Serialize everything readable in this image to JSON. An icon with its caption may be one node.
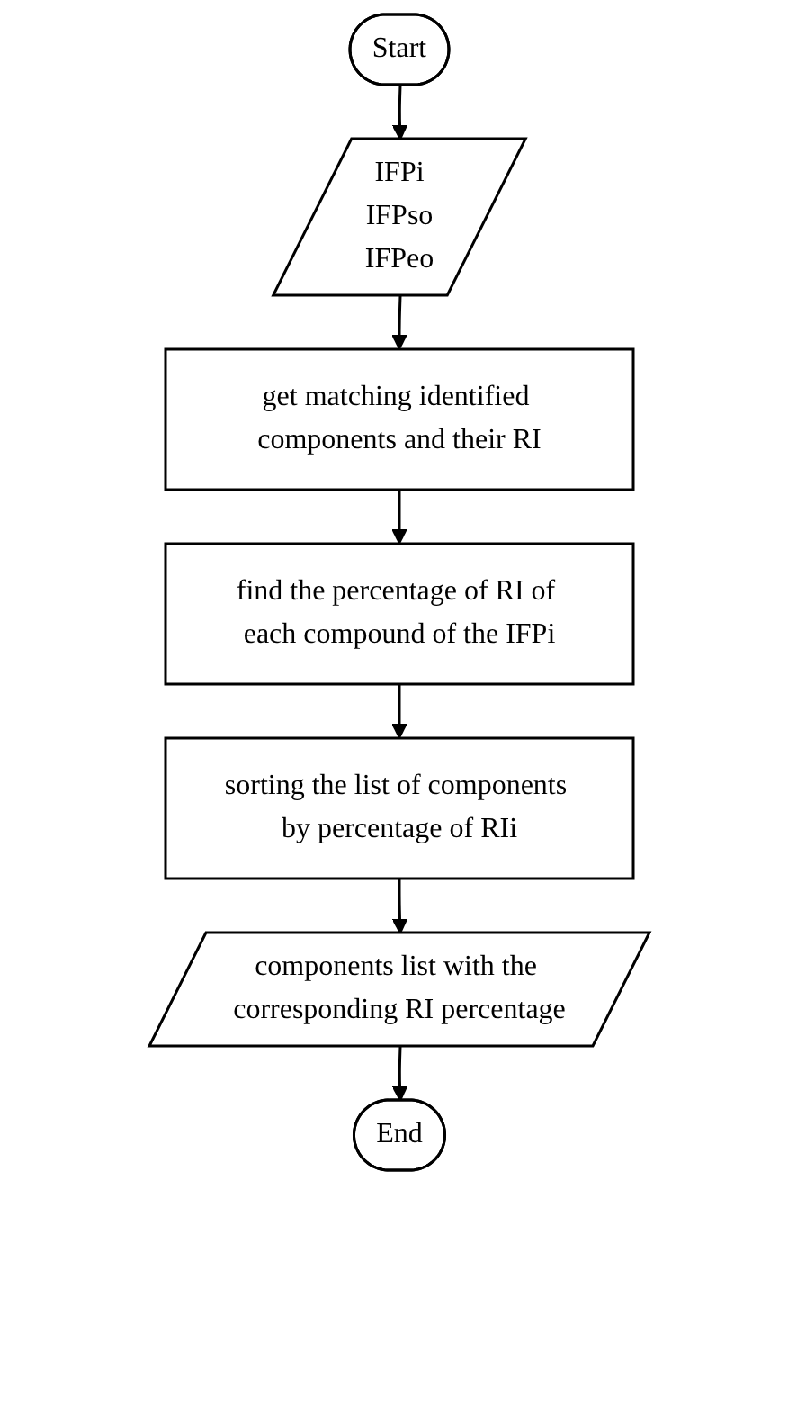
{
  "diagram": {
    "nodes": [
      {
        "text": [
          "Start"
        ]
      },
      {
        "text": [
          "IFPi",
          "IFPso",
          "IFPeo"
        ]
      },
      {
        "text": [
          "get matching identified components and their RI"
        ]
      },
      {
        "text": [
          "find the percentage of RI of each compound of the IFPi"
        ]
      },
      {
        "text": [
          "sorting the list of components by percentage of RIi"
        ]
      },
      {
        "text": [
          "components list with the corresponding RI percentage"
        ]
      },
      {
        "text": [
          "End"
        ]
      }
    ],
    "edges": [
      {
        "from": 0,
        "to": 1,
        "arrow": "to"
      },
      {
        "from": 1,
        "to": 2,
        "arrow": "to"
      },
      {
        "from": 2,
        "to": 3,
        "arrow": "to"
      },
      {
        "from": 3,
        "to": 4,
        "arrow": "to"
      },
      {
        "from": 4,
        "to": 5,
        "arrow": "to"
      },
      {
        "from": 5,
        "to": 6,
        "arrow": "to"
      }
    ]
  }
}
